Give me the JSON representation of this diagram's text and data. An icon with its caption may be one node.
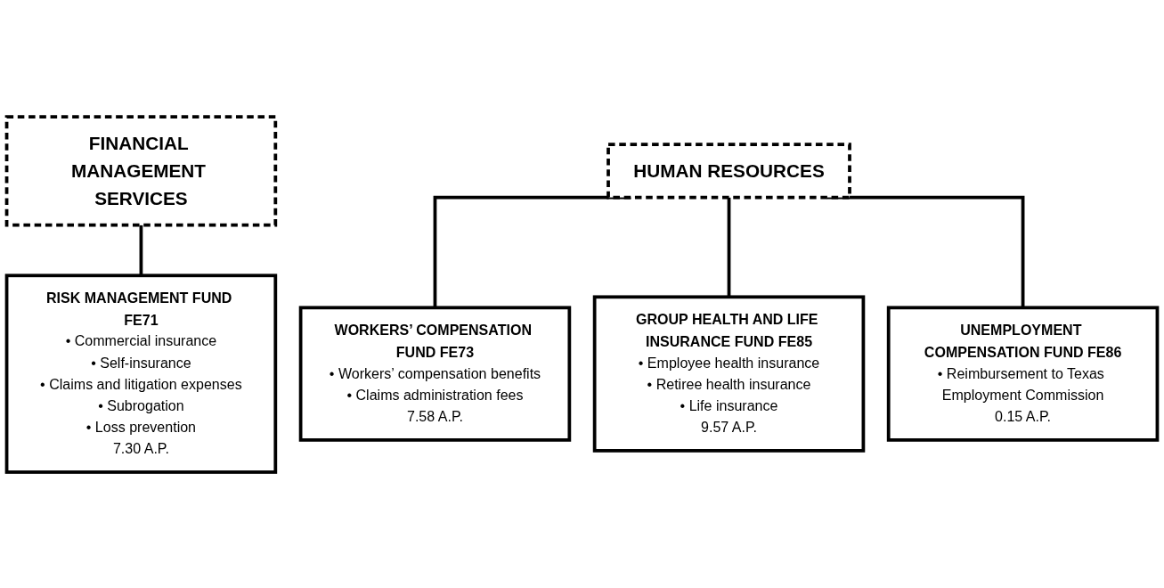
{
  "diagram": {
    "nodes": [
      {
        "text": [
          "FINANCIAL MANAGEMENT SERVICES"
        ]
      },
      {
        "text": [
          "HUMAN RESOURCES"
        ]
      },
      {
        "text": [
          "RISK MANAGEMENT FUND FE71",
          "• Commercial insurance",
          "• Self-insurance",
          "• Claims and litigation expenses",
          "• Subrogation",
          "• Loss prevention",
          "7.30 A.P."
        ]
      },
      {
        "text": [
          "WORKERS’ COMPENSATION FUND FE73",
          "• Workers’ compensation benefits",
          "• Claims administration fees",
          "7.58 A.P."
        ]
      },
      {
        "text": [
          "GROUP HEALTH AND LIFE INSURANCE FUND FE85",
          "• Employee health insurance",
          "• Retiree health insurance",
          "• Life insurance",
          "9.57 A.P."
        ]
      },
      {
        "text": [
          "UNEMPLOYMENT COMPENSATION FUND FE86",
          "• Reimbursement to Texas Employment Commission",
          "0.15 A.P."
        ]
      }
    ],
    "edges": [
      {
        "from": 0,
        "to": 2,
        "arrow": "none"
      },
      {
        "from": 1,
        "to": 3,
        "arrow": "none"
      },
      {
        "from": 1,
        "to": 4,
        "arrow": "none"
      },
      {
        "from": 1,
        "to": 5,
        "arrow": "none"
      }
    ]
  }
}
